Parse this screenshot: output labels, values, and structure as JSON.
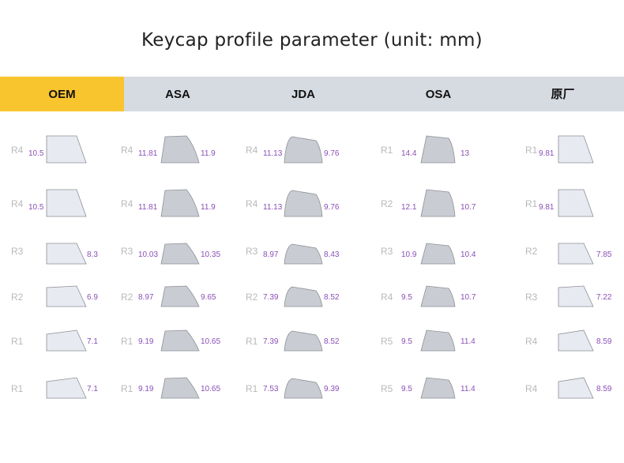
{
  "title": "Keycap profile parameter (unit: mm)",
  "tabs": [
    {
      "label": "OEM",
      "active": true
    },
    {
      "label": "ASA",
      "active": false
    },
    {
      "label": "JDA",
      "active": false
    },
    {
      "label": "OSA",
      "active": false
    },
    {
      "label": "原厂",
      "active": false
    }
  ],
  "colors": {
    "active_tab": "#f9c52f",
    "tab_bar": "#d6dae1",
    "value_text": "#8a4fb8",
    "row_text": "#b9b9b9"
  },
  "profiles": [
    {
      "name": "OEM",
      "rows": [
        {
          "row": "R4",
          "left": "10.5",
          "right": null
        },
        {
          "row": "R4",
          "left": "10.5",
          "right": null
        },
        {
          "row": "R3",
          "left": null,
          "right": "8.3"
        },
        {
          "row": "R2",
          "left": null,
          "right": "6.9"
        },
        {
          "row": "R1",
          "left": null,
          "right": "7.1"
        },
        {
          "row": "R1",
          "left": null,
          "right": "7.1"
        }
      ]
    },
    {
      "name": "ASA",
      "rows": [
        {
          "row": "R4",
          "left": "11.81",
          "right": "11.9"
        },
        {
          "row": "R4",
          "left": "11.81",
          "right": "11.9"
        },
        {
          "row": "R3",
          "left": "10.03",
          "right": "10.35"
        },
        {
          "row": "R2",
          "left": "8.97",
          "right": "9.65"
        },
        {
          "row": "R1",
          "left": "9.19",
          "right": "10.65"
        },
        {
          "row": "R1",
          "left": "9.19",
          "right": "10.65"
        }
      ]
    },
    {
      "name": "JDA",
      "rows": [
        {
          "row": "R4",
          "left": "11.13",
          "right": "9.76"
        },
        {
          "row": "R4",
          "left": "11.13",
          "right": "9.76"
        },
        {
          "row": "R3",
          "left": "8.97",
          "right": "8.43"
        },
        {
          "row": "R2",
          "left": "7.39",
          "right": "8.52"
        },
        {
          "row": "R1",
          "left": "7.39",
          "right": "8.52"
        },
        {
          "row": "R1",
          "left": "7.53",
          "right": "9.39"
        }
      ]
    },
    {
      "name": "OSA",
      "rows": [
        {
          "row": "R1",
          "left": "14.4",
          "right": "13"
        },
        {
          "row": "R2",
          "left": "12.1",
          "right": "10.7"
        },
        {
          "row": "R3",
          "left": "10.9",
          "right": "10.4"
        },
        {
          "row": "R4",
          "left": "9.5",
          "right": "10.7"
        },
        {
          "row": "R5",
          "left": "9.5",
          "right": "11.4"
        },
        {
          "row": "R5",
          "left": "9.5",
          "right": "11.4"
        }
      ]
    },
    {
      "name": "原厂",
      "rows": [
        {
          "row": "R1",
          "left": "9.81",
          "right": null
        },
        {
          "row": "R1",
          "left": "9.81",
          "right": null
        },
        {
          "row": "R2",
          "left": null,
          "right": "7.85"
        },
        {
          "row": "R3",
          "left": null,
          "right": "7.22"
        },
        {
          "row": "R4",
          "left": null,
          "right": "8.59"
        },
        {
          "row": "R4",
          "left": null,
          "right": "8.59"
        }
      ]
    }
  ]
}
